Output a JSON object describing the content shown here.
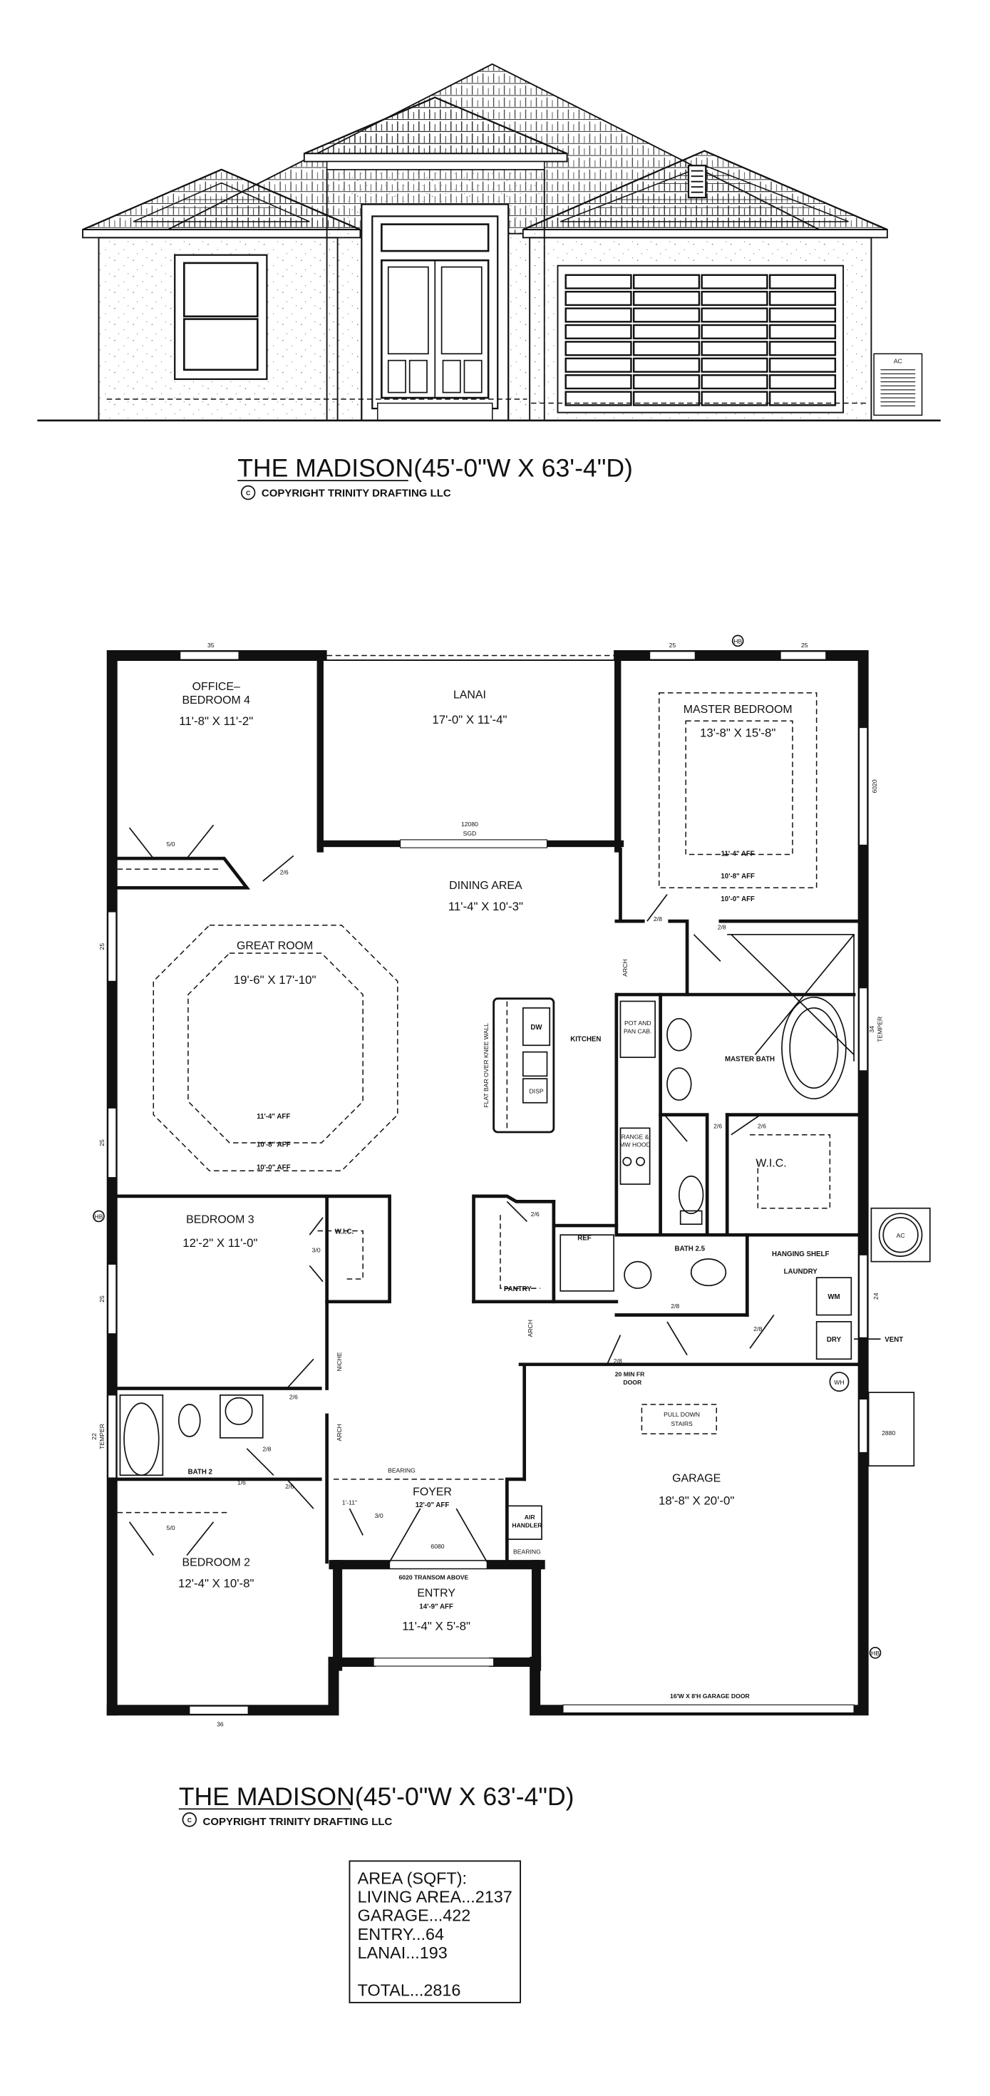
{
  "elevation": {
    "title": "THE MADISON",
    "dimensions": "(45'-0\"W X 63'-4\"D)",
    "copyright": "COPYRIGHT TRINITY DRAFTING LLC",
    "ac_label": "AC"
  },
  "plan": {
    "title": "THE MADISON",
    "dimensions": "(45'-0\"W X 63'-4\"D)",
    "copyright": "COPYRIGHT TRINITY DRAFTING LLC",
    "rooms": {
      "office": {
        "name1": "OFFICE–",
        "name2": "BEDROOM 4",
        "size": "11'-8\" X 11'-2\""
      },
      "lanai": {
        "name": "LANAI",
        "size": "17'-0\" X 11'-4\""
      },
      "master_bedroom": {
        "name": "MASTER BEDROOM",
        "size": "13'-8\" X 15'-8\"",
        "ceil1": "11'-4\" AFF",
        "ceil2": "10'-8\" AFF",
        "ceil3": "10'-0\" AFF"
      },
      "dining": {
        "name": "DINING AREA",
        "size": "11'-4\" X 10'-3\""
      },
      "great_room": {
        "name": "GREAT ROOM",
        "size": "19'-6\" X 17'-10\"",
        "ceil1": "11'-4\" AFF",
        "ceil2": "10'-8\" AFF",
        "ceil3": "10'-0\" AFF"
      },
      "kitchen": {
        "name": "KITCHEN"
      },
      "master_bath": {
        "name": "MASTER BATH"
      },
      "master_wic": {
        "name": "W.I.C."
      },
      "bedroom3": {
        "name": "BEDROOM 3",
        "size": "12'-2\" X 11'-0\""
      },
      "bedroom3_wic": {
        "name": "W.I.C."
      },
      "pantry": {
        "name": "PANTRY"
      },
      "bath25": {
        "name": "BATH 2.5"
      },
      "laundry": {
        "name": "LAUNDRY",
        "shelf": "HANGING SHELF"
      },
      "bath2": {
        "name": "BATH 2"
      },
      "foyer": {
        "name": "FOYER",
        "ceil": "12'-0\" AFF"
      },
      "garage": {
        "name": "GARAGE",
        "size": "18'-8\" X 20'-0\""
      },
      "bedroom2": {
        "name": "BEDROOM 2",
        "size": "12'-4\" X 10'-8\""
      },
      "entry": {
        "name": "ENTRY",
        "ceil": "14'-9\" AFF",
        "size": "11'-4\" X 5'-8\""
      }
    },
    "windows": {
      "w_office": "35",
      "w_master1": "25",
      "w_master2": "25",
      "w_master_side": "6020",
      "w_great1": "25",
      "w_great2": "25",
      "w_bed3": "25",
      "w_mbath": "34",
      "w_mbath_note": "TEMPER",
      "w_laundry": "24",
      "w_bath2": "22",
      "w_bath2_note": "TEMPER",
      "w_bed2": "36",
      "w_garage_side": "2880"
    },
    "doors": {
      "sgd": "12080",
      "sgd_note": "SGD",
      "office_closet": "5/0",
      "office_door": "2/6",
      "master_door": "2/8",
      "mbath_door": "2/8",
      "toilet_door": "2/6",
      "mwic_door": "2/6",
      "pantry_door": "2/6",
      "bed3_wic": "3/0",
      "bath25_door": "2/8",
      "laundry_door": "2/8",
      "garage_door_int": "2/8",
      "fire_door1": "20 MIN FR",
      "fire_door2": "DOOR",
      "bed3_door": "2/6",
      "bath2_door": "2/8",
      "linen": "1/6",
      "bed2_door": "2/6",
      "bed2_closet": "5/0",
      "foyer_closet": "3/0",
      "front_door": "6080",
      "foyer_dim": "1'-11\"",
      "transom": "6020 TRANSOM ABOVE",
      "garage_door": "16'W X 8'H GARAGE DOOR"
    },
    "notes": {
      "flat_bar": "FLAT BAR OVER KNEE WALL",
      "dw": "DW",
      "disp": "DISP",
      "pot1": "POT AND",
      "pot2": "PAN CAB.",
      "range1": "RANGE &",
      "range2": "MW HOOD",
      "ref": "REF",
      "wm": "WM",
      "dry": "DRY",
      "vent": "VENT",
      "wh": "WH",
      "ac": "AC",
      "hb": "HB",
      "arch": "ARCH",
      "niche": "NICHE",
      "bearing": "BEARING",
      "stairs1": "PULL DOWN",
      "stairs2": "STAIRS",
      "air1": "AIR",
      "air2": "HANDLER"
    }
  },
  "area_table": {
    "heading": "AREA (SQFT):",
    "rows": [
      {
        "label": "LIVING AREA...2137"
      },
      {
        "label": "GARAGE...422"
      },
      {
        "label": "ENTRY...64"
      },
      {
        "label": "LANAI...193"
      }
    ],
    "total": "TOTAL...2816"
  }
}
